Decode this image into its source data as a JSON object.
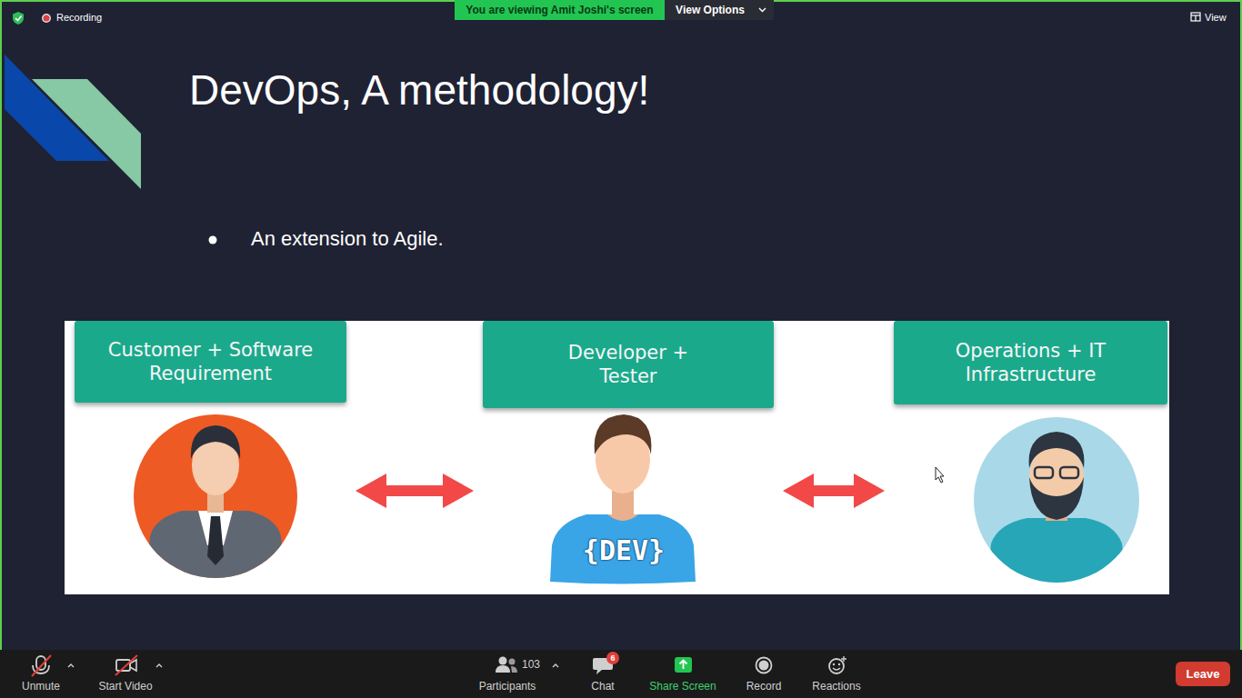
{
  "diagram": {
    "title": "DevOps, A methodology!",
    "nodes": [
      {
        "text": [
          "Customer + Software Requirement"
        ]
      },
      {
        "text": [
          "Developer + Tester"
        ]
      },
      {
        "text": [
          "Operations + IT Infrastructure"
        ]
      }
    ],
    "edges": [
      {
        "from": 0,
        "to": 1,
        "arrow": "both"
      },
      {
        "from": 1,
        "to": 2,
        "arrow": "both"
      }
    ],
    "labels": [
      "Recording",
      "You are viewing Amit Joshi's screen",
      "View Options",
      "View",
      "An extension to Agile.",
      "{DEV}",
      "Unmute",
      "Start Video",
      "103",
      "Participants",
      "6",
      "Chat",
      "Share Screen",
      "Record",
      "Reactions",
      "Leave"
    ]
  }
}
